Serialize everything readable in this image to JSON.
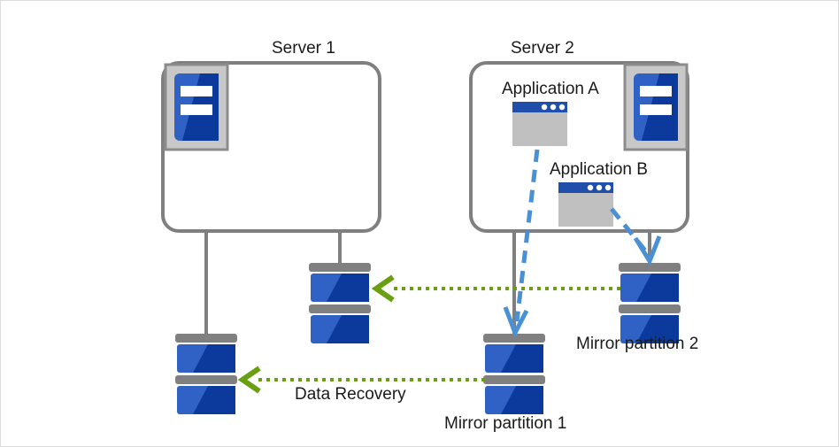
{
  "diagram": {
    "title_server1": "Server 1",
    "title_server2": "Server 2",
    "app_a": "Application  A",
    "app_b": "Application  B",
    "mirror1": "Mirror partition 1",
    "mirror2": "Mirror partition 2",
    "recovery": "Data Recovery"
  },
  "colors": {
    "frame_border": "#dcdcdc",
    "box_outline": "#7f7f7f",
    "connector": "#7f7f7f",
    "server_icon_frame": "#c8c8c8",
    "server_icon_frame_border": "#8c8c8c",
    "server_blue_light": "#2f62c4",
    "server_blue_dark": "#0c3a9c",
    "disk_cap": "#808080",
    "disk_blue_light": "#2f62c4",
    "disk_blue_dark": "#0c3a9c",
    "app_titlebar": "#1f4faa",
    "app_body": "#c0c0c0",
    "arrow_blue": "#4a90d4",
    "arrow_green": "#6a9f12",
    "text": "#1a1a1a"
  },
  "nodes": {
    "server1": {
      "name": "server-1-chassis"
    },
    "server2": {
      "name": "server-2-chassis"
    },
    "disk_s1_left": {
      "name": "server-1-disk-left"
    },
    "disk_s1_right": {
      "name": "server-1-disk-right"
    },
    "disk_mirror1": {
      "name": "mirror-partition-1-disk"
    },
    "disk_mirror2": {
      "name": "mirror-partition-2-disk"
    }
  },
  "arrows": {
    "green_top": {
      "name": "data-recovery-arrow-top",
      "direction": "right-to-left"
    },
    "green_bottom": {
      "name": "data-recovery-arrow-bottom",
      "direction": "right-to-left"
    },
    "blue_a": {
      "name": "application-a-write-arrow",
      "direction": "down"
    },
    "blue_b": {
      "name": "application-b-write-arrow",
      "direction": "down"
    }
  }
}
